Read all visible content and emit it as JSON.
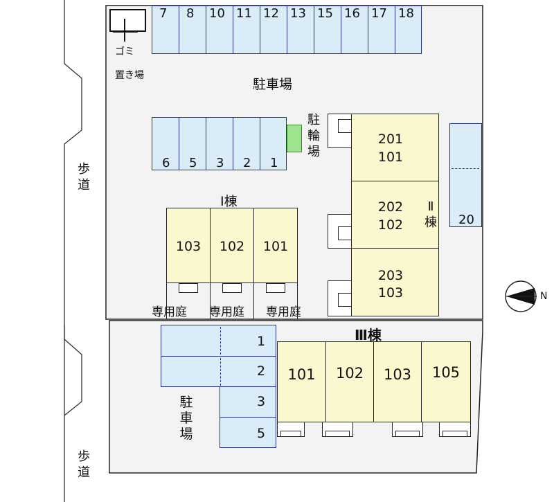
{
  "colors": {
    "parking": "#d9ecf8",
    "parking_border": "#1f2f8a",
    "building": "#fbf8cf",
    "site": "#f3f3f3",
    "bike": "#9ee38e"
  },
  "labels": {
    "gomi_line1": "ゴミ",
    "gomi_line2": "置き場",
    "parking_main": "駐車場",
    "bike_parking": "駐輪場",
    "sidewalk": "歩道",
    "parking_south": "駐車場",
    "north": "N"
  },
  "parking_top_row": [
    "7",
    "8",
    "10",
    "11",
    "12",
    "13",
    "15",
    "16",
    "17",
    "18"
  ],
  "parking_mid_row": [
    "6",
    "5",
    "3",
    "2",
    "1"
  ],
  "parking_20": "20",
  "building_I": {
    "name": "Ⅰ棟",
    "units": [
      "103",
      "102",
      "101"
    ],
    "gardens": [
      "専用庭",
      "専用庭",
      "専用庭"
    ]
  },
  "building_II": {
    "name": "Ⅱ棟",
    "units": [
      {
        "upper": "201",
        "lower": "101"
      },
      {
        "upper": "202",
        "lower": "102"
      },
      {
        "upper": "203",
        "lower": "103"
      }
    ]
  },
  "building_III": {
    "name": "Ⅲ棟",
    "units": [
      "101",
      "102",
      "103",
      "105"
    ]
  },
  "parking_south_lots": [
    "1",
    "2",
    "3",
    "5"
  ]
}
